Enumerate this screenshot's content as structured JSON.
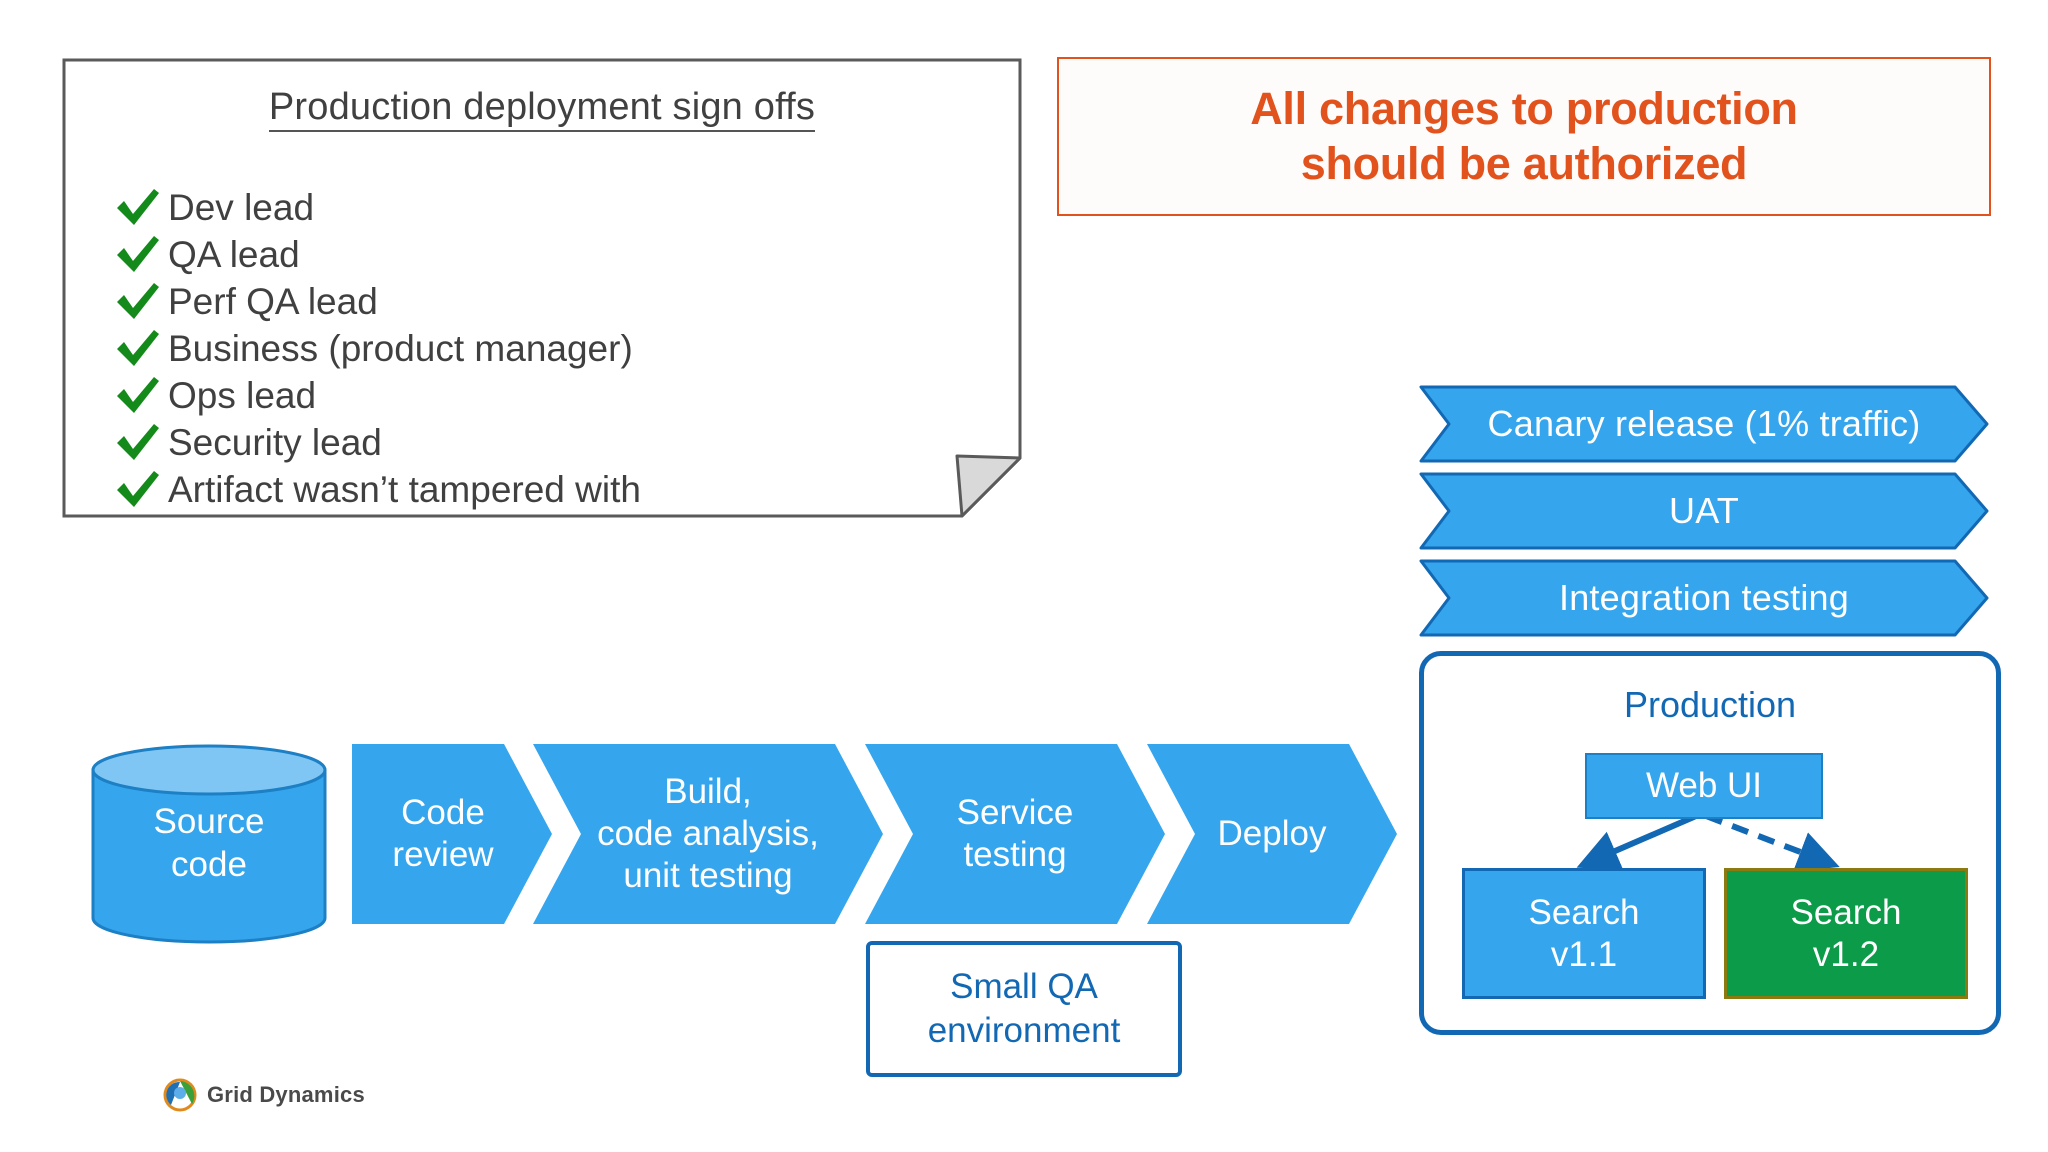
{
  "signoff_note": {
    "title": "Production deployment sign offs",
    "check_icon": "check-icon",
    "check_color": "#138A1A",
    "items": [
      "Dev lead",
      "QA lead",
      "Perf QA lead",
      "Business (product manager)",
      "Ops lead",
      "Security lead",
      "Artifact wasn’t tampered with"
    ]
  },
  "callout": {
    "line1": "All changes to production",
    "line2": "should be authorized",
    "color": "#E2521D"
  },
  "banners": [
    {
      "label": "Canary release (1% traffic)"
    },
    {
      "label": "UAT"
    },
    {
      "label": "Integration testing"
    }
  ],
  "production": {
    "title": "Production",
    "web_ui": "Web UI",
    "search_v11_line1": "Search",
    "search_v11_line2": "v1.1",
    "search_v12_line1": "Search",
    "search_v12_line2": "v1.2",
    "solid_arrow": "arrow-solid-icon",
    "dashed_arrow": "arrow-dashed-icon"
  },
  "pipeline": {
    "source_line1": "Source",
    "source_line2": "code",
    "code_review_line1": "Code",
    "code_review_line2": "review",
    "build_line1": "Build,",
    "build_line2": "code analysis,",
    "build_line3": "unit testing",
    "service_line1": "Service",
    "service_line2": "testing",
    "deploy": "Deploy",
    "small_qa_line1": "Small QA",
    "small_qa_line2": "environment"
  },
  "brand": {
    "name": "Grid Dynamics"
  },
  "colors": {
    "chevron_fill": "#35A5EE",
    "chevron_border": "#1268B3",
    "production_border": "#1268B3",
    "green_box": "#0C9B48",
    "green_box_border": "#8A7A10",
    "callout_orange": "#E2521D",
    "check_green": "#138A1A",
    "note_border": "#5A5A5A",
    "text_gray": "#404040"
  }
}
